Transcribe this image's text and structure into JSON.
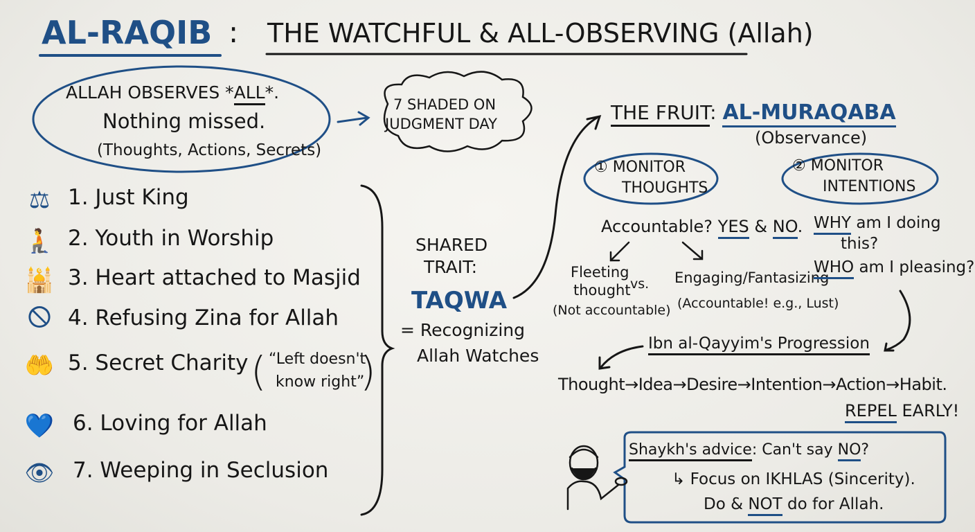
{
  "title": {
    "name": "AL-RAQIB",
    "colon": ":",
    "subtitle": "THE WATCHFUL & ALL-OBSERVING (Allah)"
  },
  "observes": {
    "line1a": "ALLAH OBSERVES *",
    "line1b": "ALL",
    "line1c": "*.",
    "line2": "Nothing missed.",
    "line3": "(Thoughts, Actions, Secrets)"
  },
  "cloud": {
    "line1": "7 SHADED ON",
    "line2": "JUDGMENT DAY"
  },
  "seven": [
    {
      "icon": "scales-icon",
      "glyph": "⚖",
      "label": "1. Just King"
    },
    {
      "icon": "praying-person-icon",
      "glyph": "🧎",
      "label": "2. Youth in Worship"
    },
    {
      "icon": "mosque-icon",
      "glyph": "🕌",
      "label": "3. Heart attached to Masjid"
    },
    {
      "icon": "prohibited-icon",
      "glyph": "🛇",
      "label": "4. Refusing Zina for Allah"
    },
    {
      "icon": "charity-hand-icon",
      "glyph": "🤲",
      "label": "5. Secret Charity"
    },
    {
      "icon": "hearts-icon",
      "glyph": "💙",
      "label": "6. Loving for Allah"
    },
    {
      "icon": "weeping-eye-icon",
      "glyph": "👁",
      "label": "7. Weeping in Seclusion"
    }
  ],
  "charity_note": {
    "line1": "“Left doesn't",
    "line2": "know right”"
  },
  "shared": {
    "line1": "SHARED",
    "line2": "TRAIT:",
    "taqwa": "TAQWA",
    "line3": "= Recognizing",
    "line4": "Allah Watches"
  },
  "fruit": {
    "label": "THE FRUIT",
    "colon": ":",
    "name": "AL-MURAQABA",
    "sub": "(Observance)"
  },
  "monitor1": {
    "num": "①",
    "line1": "MONITOR",
    "line2": "THOUGHTS"
  },
  "monitor2": {
    "num": "②",
    "line1": "MONITOR",
    "line2": "INTENTIONS"
  },
  "accountable": {
    "q": "Accountable?",
    "yes": "YES",
    "amp": "&",
    "no": "NO",
    "dot": "."
  },
  "fleeting": {
    "line1": "Fleeting",
    "line2": "thought",
    "line3": "(Not accountable)"
  },
  "vs": "vs.",
  "engaging": {
    "line1": "Engaging/Fantasizing",
    "line2": "(Accountable! e.g., Lust)"
  },
  "why": {
    "w": "WHY",
    "rest": "am I doing",
    "line2": "this?"
  },
  "who": {
    "w": "WHO",
    "rest": "am I pleasing?"
  },
  "progression": {
    "title": "Ibn al-Qayyim's Progression",
    "chain": "Thought→Idea→Desire→Intention→Action→Habit.",
    "repel": "REPEL",
    "early": "EARLY!"
  },
  "advice": {
    "label": "Shaykh's advice",
    "rest": ": Can't say",
    "no": "NO",
    "q": "?",
    "line2": "↳ Focus on IKHLAS (Sincerity).",
    "line3a": "Do & ",
    "not": "NOT",
    "line3b": " do for Allah."
  },
  "colors": {
    "ink": "#161616",
    "blue": "#1f4f86",
    "board": "#eeece7"
  }
}
